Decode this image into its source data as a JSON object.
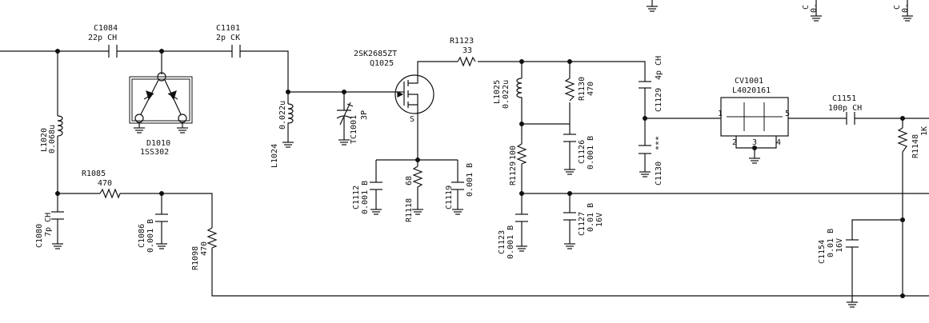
{
  "components": {
    "C1084": {
      "ref": "C1084",
      "value": "22p CH"
    },
    "C1101": {
      "ref": "C1101",
      "value": "2p CK"
    },
    "L1020": {
      "ref": "L1020",
      "value": "0.068u"
    },
    "D1010": {
      "ref": "D1010",
      "value": "1SS302"
    },
    "L1024": {
      "ref": "L1024",
      "value": "0.022u"
    },
    "TC1001": {
      "ref": "TC1001",
      "value": "3P"
    },
    "Q1025": {
      "ref": "Q1025",
      "value": "2SK2685ZT"
    },
    "R1123": {
      "ref": "R1123",
      "value": "33"
    },
    "L1025": {
      "ref": "L1025",
      "value": "0.022u"
    },
    "R1130": {
      "ref": "R1130",
      "value": "470"
    },
    "C1129": {
      "ref": "C1129",
      "value": "4p CH"
    },
    "C1126": {
      "ref": "C1126",
      "value": "0.001 B"
    },
    "R1129": {
      "ref": "R1129",
      "value": "100"
    },
    "C1130": {
      "ref": "C1130",
      "value": "***"
    },
    "CV1001": {
      "ref": "CV1001",
      "value": "L4020161"
    },
    "C1151": {
      "ref": "C1151",
      "value": "100p CH"
    },
    "R1148": {
      "ref": "R1148",
      "value": "1K"
    },
    "R1085": {
      "ref": "R1085",
      "value": "470"
    },
    "C1080": {
      "ref": "C1080",
      "value": "7p CH"
    },
    "C1086": {
      "ref": "C1086",
      "value": "0.001 B"
    },
    "R1098": {
      "ref": "R1098",
      "value": "470"
    },
    "C1112": {
      "ref": "C1112",
      "value": "0.001 B"
    },
    "R1118": {
      "ref": "R1118",
      "value": "68"
    },
    "C1119": {
      "ref": "C1119",
      "value": "0.001 B"
    },
    "C1123": {
      "ref": "C1123",
      "value": "0.001 B"
    },
    "C1127": {
      "ref": "C1127",
      "value": "0.01 B",
      "voltage": "16V"
    },
    "C1154": {
      "ref": "C1154",
      "value": "0.01 B",
      "voltage": "16V"
    }
  },
  "pins": {
    "q_source": "S",
    "cv_in": "1",
    "cv_out": "5",
    "cv_g1": "2",
    "cv_g2": "3",
    "cv_g3": "4"
  },
  "partials": {
    "top_a": "C",
    "top_a2": "0.",
    "top_b": "C",
    "top_b2": "0."
  }
}
